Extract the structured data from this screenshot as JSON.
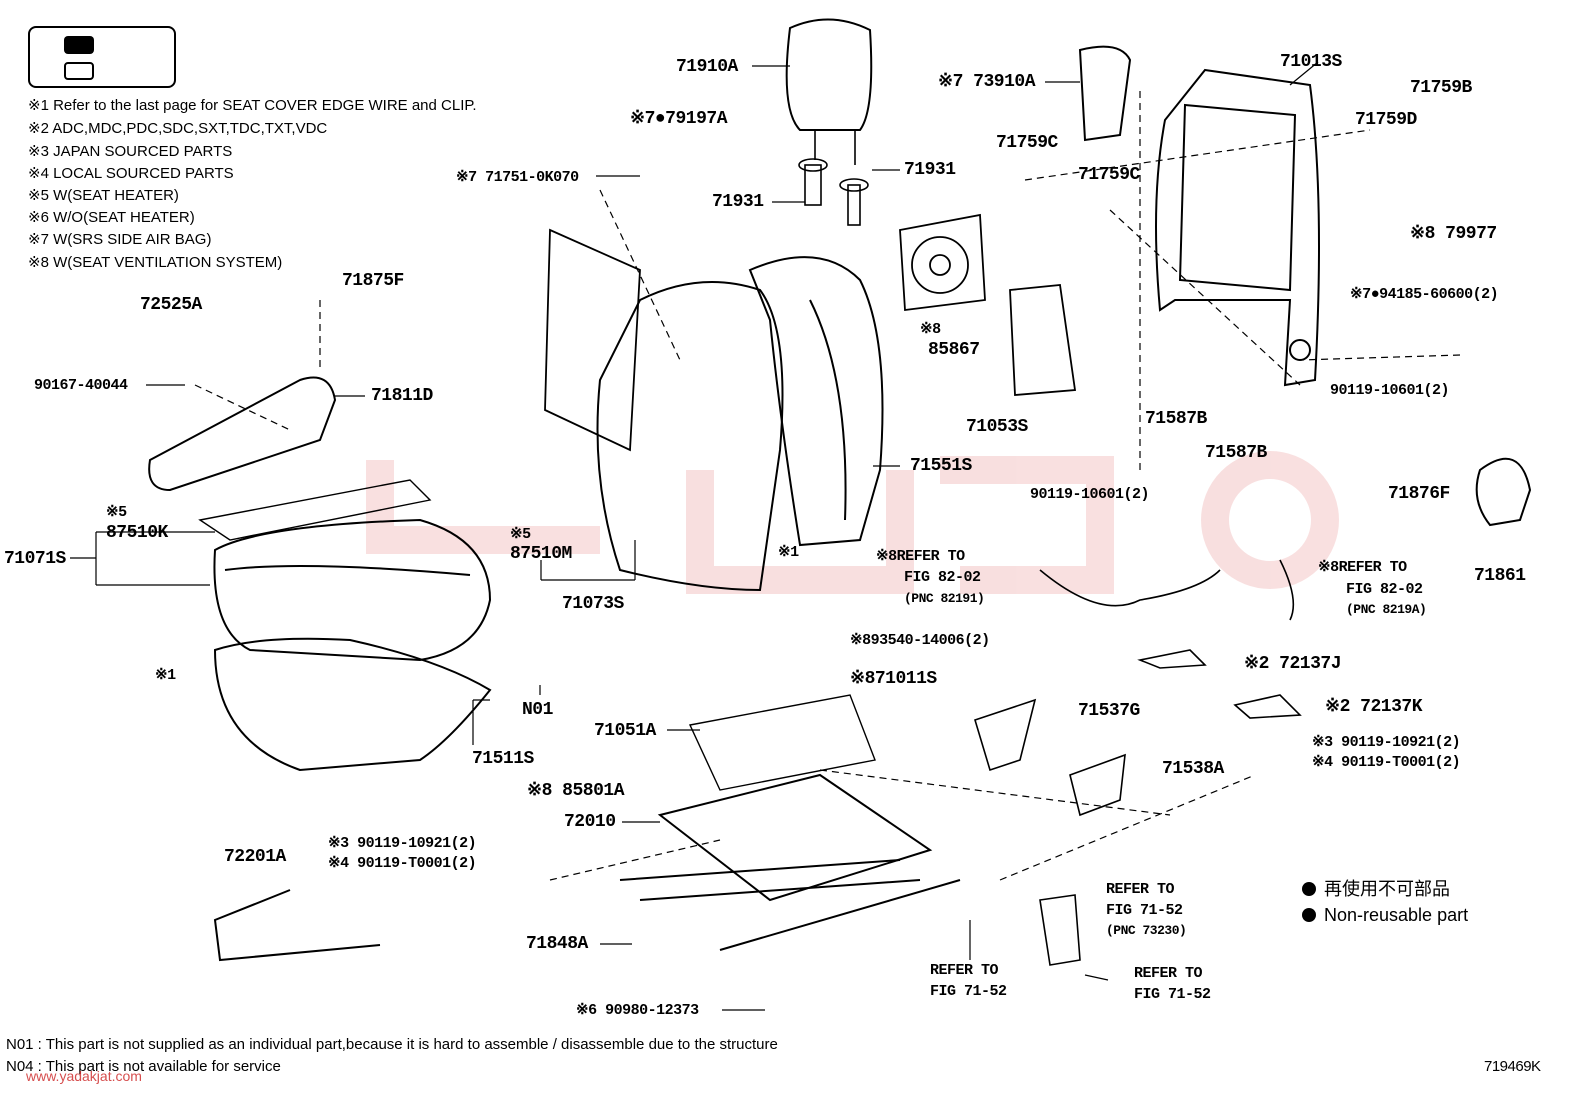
{
  "notes": [
    "※1  Refer to the last page for SEAT COVER EDGE WIRE and CLIP.",
    "※2  ADC,MDC,PDC,SDC,SXT,TDC,TXT,VDC",
    "※3  JAPAN SOURCED PARTS",
    "※4  LOCAL SOURCED PARTS",
    "※5  W(SEAT HEATER)",
    "※6  W/O(SEAT HEATER)",
    "※7  W(SRS SIDE AIR BAG)",
    "※8  W(SEAT VENTILATION SYSTEM)"
  ],
  "parts": {
    "p71910A": "71910A",
    "p79197A": "※7●79197A",
    "p71751": "※7 71751-0K070",
    "p71931a": "71931",
    "p71931b": "71931",
    "p73910A": "※7 73910A",
    "p71759Ca": "71759C",
    "p71759Cb": "71759C",
    "p71013S": "71013S",
    "p71759B": "71759B",
    "p71759D": "71759D",
    "p79977": "※8 79977",
    "p94185": "※7●94185-60600(2)",
    "p90119_10601_r": "90119-10601(2)",
    "p71876F": "71876F",
    "p71861": "71861",
    "p71875F": "71875F",
    "p72525A": "72525A",
    "p90167": "90167-40044",
    "p71811D": "71811D",
    "p87510K_note": "※5",
    "p87510K": "87510K",
    "p71071S": "71071S",
    "p87510M_note": "※5",
    "p87510M": "87510M",
    "p71073S": "71073S",
    "p71551S": "71551S",
    "p85867_note": "※8",
    "p85867": "85867",
    "p71053S": "71053S",
    "p71587Ba": "71587B",
    "p71587Bb": "71587B",
    "p90119_10601_c": "90119-10601(2)",
    "p_ref8202a_1": "※8REFER TO",
    "p_ref8202a_2": "FIG 82-02",
    "p_ref8202a_3": "(PNC 82191)",
    "p_ref8202b_1": "※8REFER TO",
    "p_ref8202b_2": "FIG 82-02",
    "p_ref8202b_3": "(PNC 8219A)",
    "p_x1a": "※1",
    "p_x1b": "※1",
    "p93540": "※893540-14006(2)",
    "p71011S": "※871011S",
    "p72137J": "※2 72137J",
    "p72137K": "※2 72137K",
    "p90119_10921_r": "※3 90119-10921(2)",
    "p90119_T0001_r": "※4 90119-T0001(2)",
    "pN01": "N01",
    "p71511S": "71511S",
    "p71051A": "71051A",
    "p71537G": "71537G",
    "p71538A": "71538A",
    "p85801A": "※8 85801A",
    "p72010": "72010",
    "p90119_10921_l": "※3 90119-10921(2)",
    "p90119_T0001_l": "※4 90119-T0001(2)",
    "p72201A": "72201A",
    "p71848A": "71848A",
    "p90980": "※6 90980-12373",
    "p_ref7152a_1": "REFER TO",
    "p_ref7152a_2": "FIG 71-52",
    "p_ref7152a_3": "(PNC 73230)",
    "p_ref7152b_1": "REFER TO",
    "p_ref7152b_2": "FIG 71-52",
    "p_ref7152c_1": "REFER TO",
    "p_ref7152c_2": "FIG 71-52"
  },
  "legend": {
    "non_reusable_jp": "再使用不可部品",
    "non_reusable_en": "Non-reusable part"
  },
  "footnotes": {
    "n01": "N01 : This part is not supplied as an individual part,because it is hard to assemble / disassemble due to the structure",
    "n04": "N04 : This part is not available for service"
  },
  "figure_id": "719469K",
  "watermark": "www.yadakjat.com"
}
